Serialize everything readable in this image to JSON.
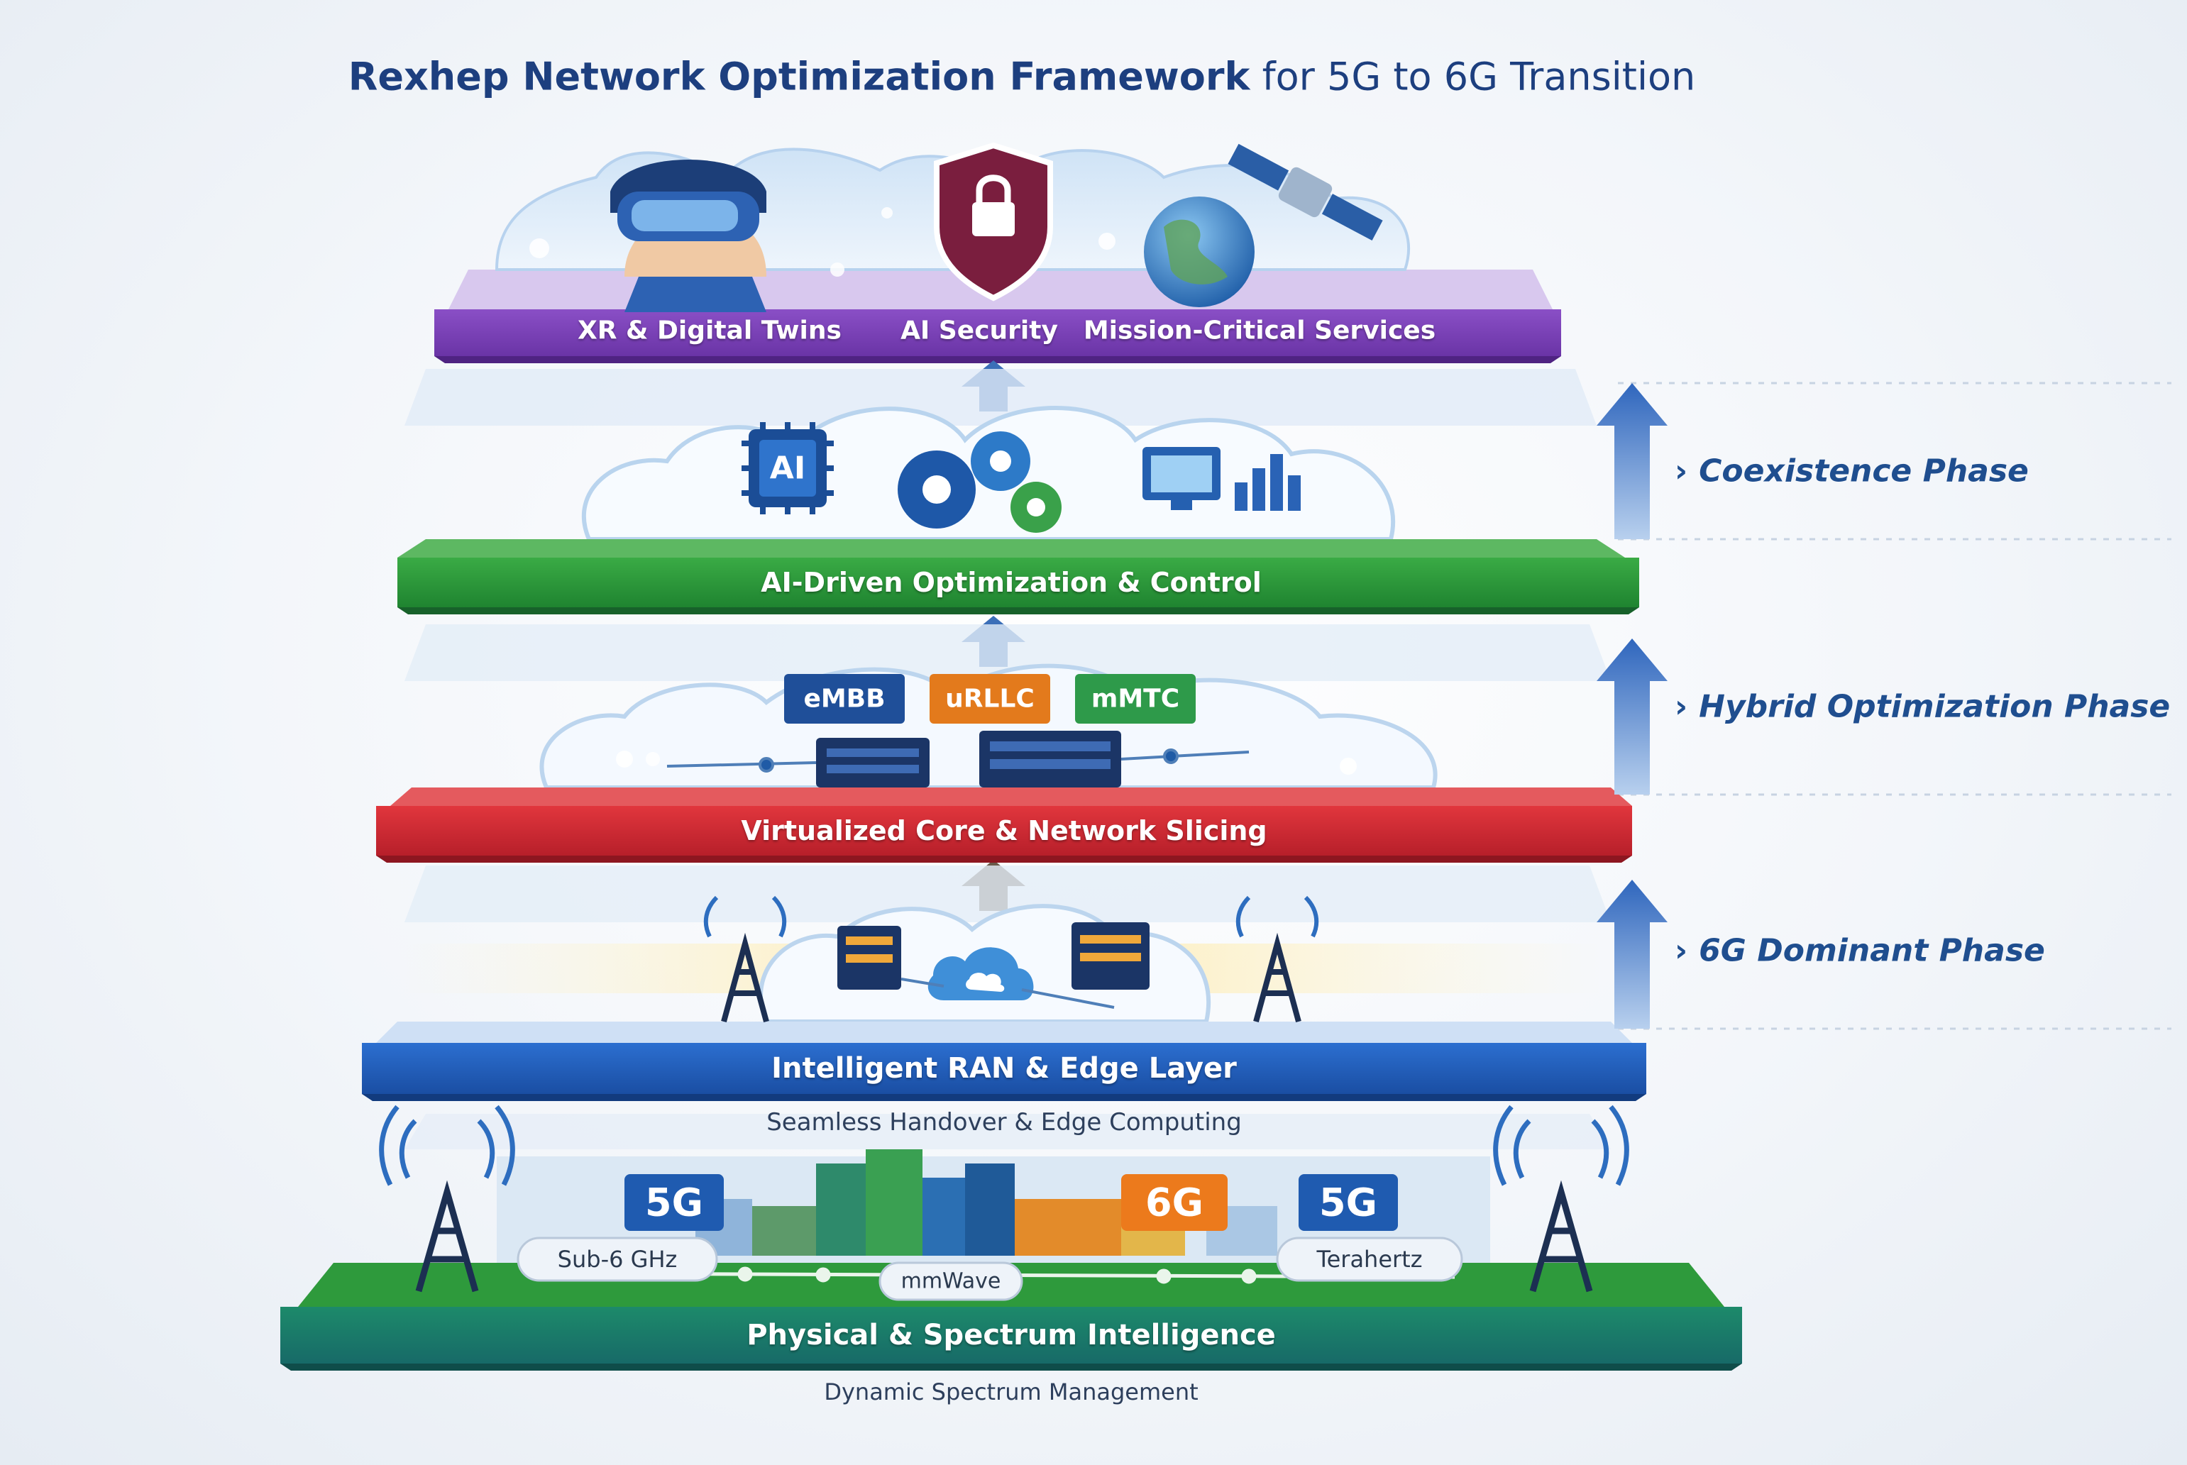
{
  "title": {
    "part1": "Rexhep Network Optimization Framework",
    "part2": "for 5G to 6G Transition"
  },
  "layers": {
    "applications": {
      "items": [
        "XR & Digital Twins",
        "AI Security",
        "Mission-Critical Services"
      ],
      "color": "#7b3fb8"
    },
    "ai_control": {
      "label": "AI-Driven Optimization & Control",
      "chip": "AI",
      "color": "#2c9a3a"
    },
    "core": {
      "label": "Virtualized Core & Network Slicing",
      "slices": [
        {
          "name": "eMBB",
          "color": "#1f4f99"
        },
        {
          "name": "uRLLC",
          "color": "#e37a1c"
        },
        {
          "name": "mMTC",
          "color": "#2e9a4a"
        }
      ],
      "color": "#d02a33"
    },
    "ran": {
      "label": "Intelligent RAN & Edge Layer",
      "sublabel": "Seamless Handover & Edge Computing",
      "color": "#1f5bb8"
    },
    "physical": {
      "label": "Physical & Spectrum Intelligence",
      "sublabel": "Dynamic Spectrum Management",
      "badges": [
        "5G",
        "6G",
        "5G"
      ],
      "bands": [
        "Sub-6 GHz",
        "mmWave",
        "Terahertz"
      ],
      "color": "#1f8a55"
    }
  },
  "phases": [
    "Coexistence Phase",
    "Hybrid Optimization Phase",
    "6G Dominant Phase"
  ],
  "icons": [
    "vr-headset-icon",
    "shield-lock-icon",
    "globe-icon",
    "satellite-icon",
    "ai-chip-icon",
    "gears-icon",
    "monitor-icon",
    "bar-chart-icon",
    "server-icon",
    "cloud-icon",
    "antenna-tower-icon",
    "city-icon",
    "up-arrow-icon",
    "chevron-right-icon"
  ],
  "colors": {
    "title": "#1d3f7f",
    "phase_text": "#1f4e8f",
    "arrow": "#3b72c4"
  }
}
